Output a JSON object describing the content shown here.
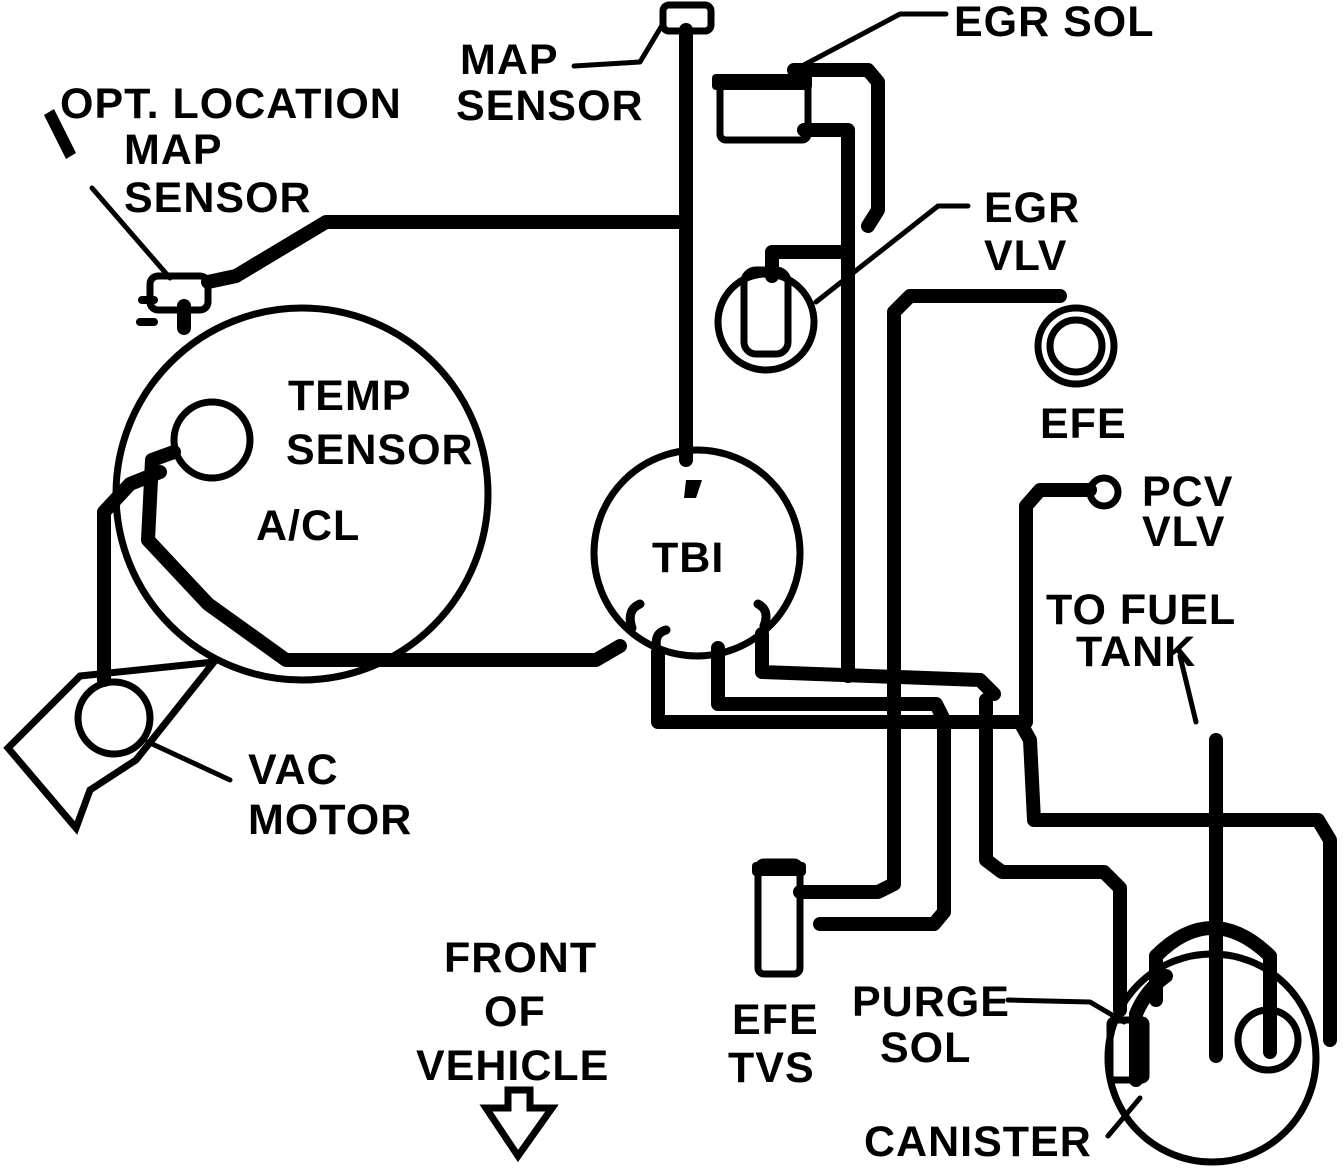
{
  "labels": {
    "egr_sol": "EGR SOL",
    "map_sensor_1": "MAP",
    "map_sensor_2": "SENSOR",
    "opt_location": "OPT. LOCATION",
    "opt_map_1": "MAP",
    "opt_map_2": "SENSOR",
    "egr_vlv_1": "EGR",
    "egr_vlv_2": "VLV",
    "temp_sensor_1": "TEMP",
    "temp_sensor_2": "SENSOR",
    "efe": "EFE",
    "acl": "A/CL",
    "tbi": "TBI",
    "pcv_vlv_1": "PCV",
    "pcv_vlv_2": "VLV",
    "to_fuel_tank_1": "TO FUEL",
    "to_fuel_tank_2": "TANK",
    "vac_motor_1": "VAC",
    "vac_motor_2": "MOTOR",
    "front_1": "FRONT",
    "front_2": "OF",
    "front_3": "VEHICLE",
    "purge_sol_1": "PURGE",
    "purge_sol_2": "SOL",
    "efe_tvs_1": "EFE",
    "efe_tvs_2": "TVS",
    "canister": "CANISTER"
  },
  "icons": {
    "front_arrow": "down-arrow-icon"
  },
  "colors": {
    "line": "#000000",
    "background": "#ffffff"
  }
}
